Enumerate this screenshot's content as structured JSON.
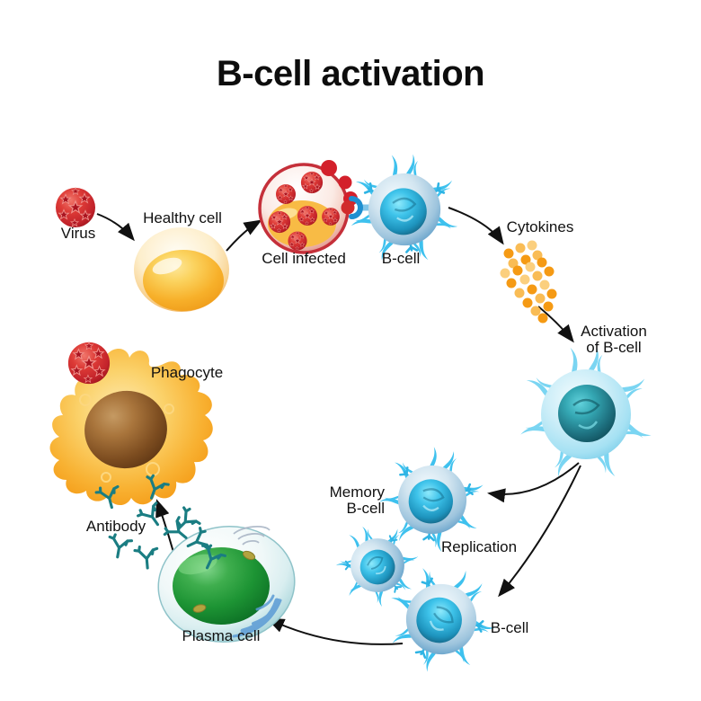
{
  "title": "B-cell activation",
  "labels": {
    "virus": "Virus",
    "healthy_cell": "Healthy cell",
    "cell_infected": "Cell infected",
    "b_cell_top": "B-cell",
    "cytokines": "Cytokines",
    "activation_line1": "Activation",
    "activation_line2": "of B-cell",
    "memory_line1": "Memory",
    "memory_line2": "B-cell",
    "replication": "Replication",
    "b_cell_bottom": "B-cell",
    "plasma_cell": "Plasma cell",
    "antibody": "Antibody",
    "phagocyte": "Phagocyte"
  },
  "colors": {
    "virus_red": "#c9232b",
    "healthy_cell_yellow": "#f7b32b",
    "infected_rim_red": "#c5303a",
    "b_cell_blue": "#2fa9d8",
    "b_cell_spike_cyan": "#3ec1ee",
    "cytokine_orange": "#f5a01e",
    "activated_cell_teal": "#2c8d9e",
    "plasma_nucleus_green": "#189232",
    "antibody_teal": "#1a7d82",
    "phagocyte_orange": "#f8a71b",
    "phagocyte_nucleus_brown": "#7d4d20",
    "arrow_black": "#111111",
    "text_black": "#111111"
  }
}
